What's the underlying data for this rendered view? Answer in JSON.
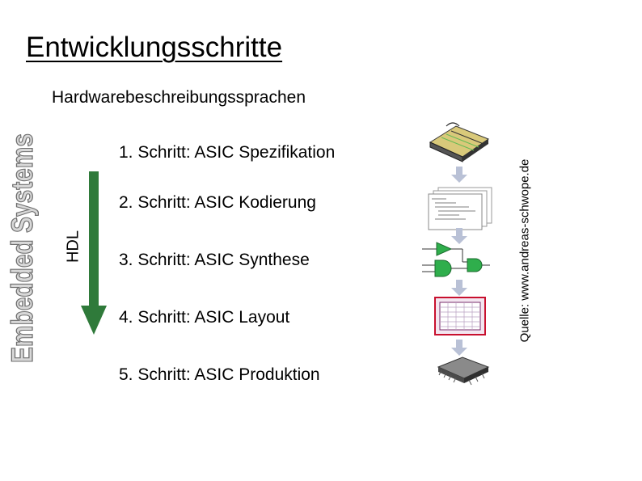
{
  "slide": {
    "title": "Entwicklungsschritte",
    "subtitle": "Hardwarebeschreibungssprachen",
    "side_label": "Embedded Systems",
    "bracket_label": "HDL",
    "source": "Quelle: www.andreas-schwope.de"
  },
  "steps": [
    "1. Schritt: ASIC Spezifikation",
    "2. Schritt: ASIC Kodierung",
    "3. Schritt: ASIC Synthese",
    "4. Schritt: ASIC Layout",
    "5. Schritt: ASIC Produktion"
  ],
  "colors": {
    "arrow": "#2f7a3a",
    "flow_arrow": "#b9c1d6",
    "side_label_fill": "#d8d8d8",
    "side_label_stroke": "#707070",
    "gate": "#2fae4c",
    "chip_border": "#c8102e"
  },
  "icons": [
    "book-icon",
    "code-documents-icon",
    "logic-gates-icon",
    "chip-layout-icon",
    "ic-package-icon"
  ]
}
